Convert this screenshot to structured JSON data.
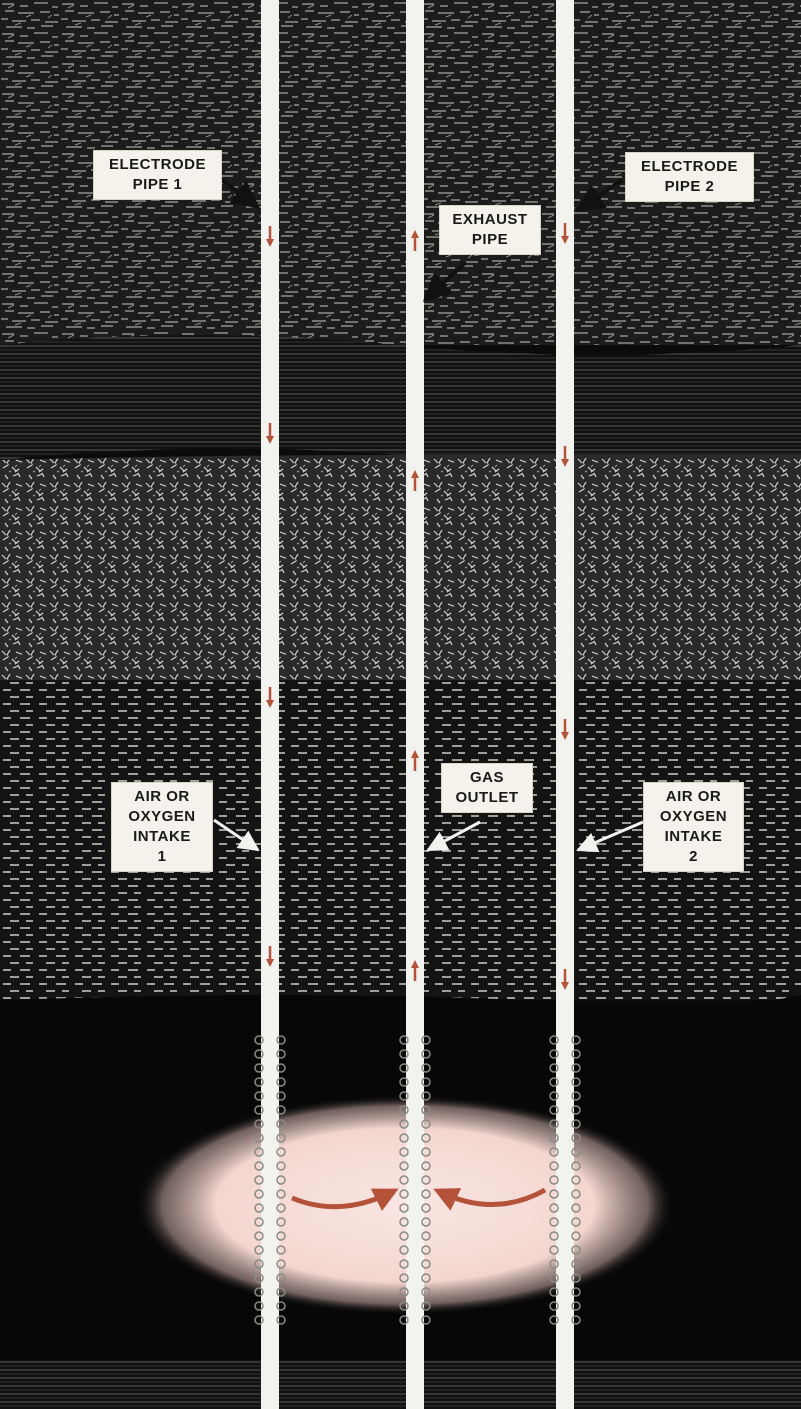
{
  "diagram": {
    "labels": {
      "electrode_pipe_1": [
        "ELECTRODE",
        "PIPE 1"
      ],
      "electrode_pipe_2": [
        "ELECTRODE",
        "PIPE 2"
      ],
      "exhaust_pipe": [
        "EXHAUST",
        "PIPE"
      ],
      "air_intake_1": [
        "AIR OR",
        "OXYGEN",
        "INTAKE",
        "1"
      ],
      "gas_outlet": [
        "GAS",
        "OUTLET"
      ],
      "air_intake_2": [
        "AIR OR",
        "OXYGEN",
        "INTAKE",
        "2"
      ]
    },
    "flow": {
      "electrode_pipe_1": "down",
      "exhaust_pipe": "up",
      "electrode_pipe_2": "down"
    },
    "colors": {
      "arrow": "#b5523a",
      "pipe": "#f2f2ef",
      "label_bg": "#f4f2ea",
      "label_text": "#1a1a1a",
      "burn_zone": "#f6dcd7"
    }
  }
}
